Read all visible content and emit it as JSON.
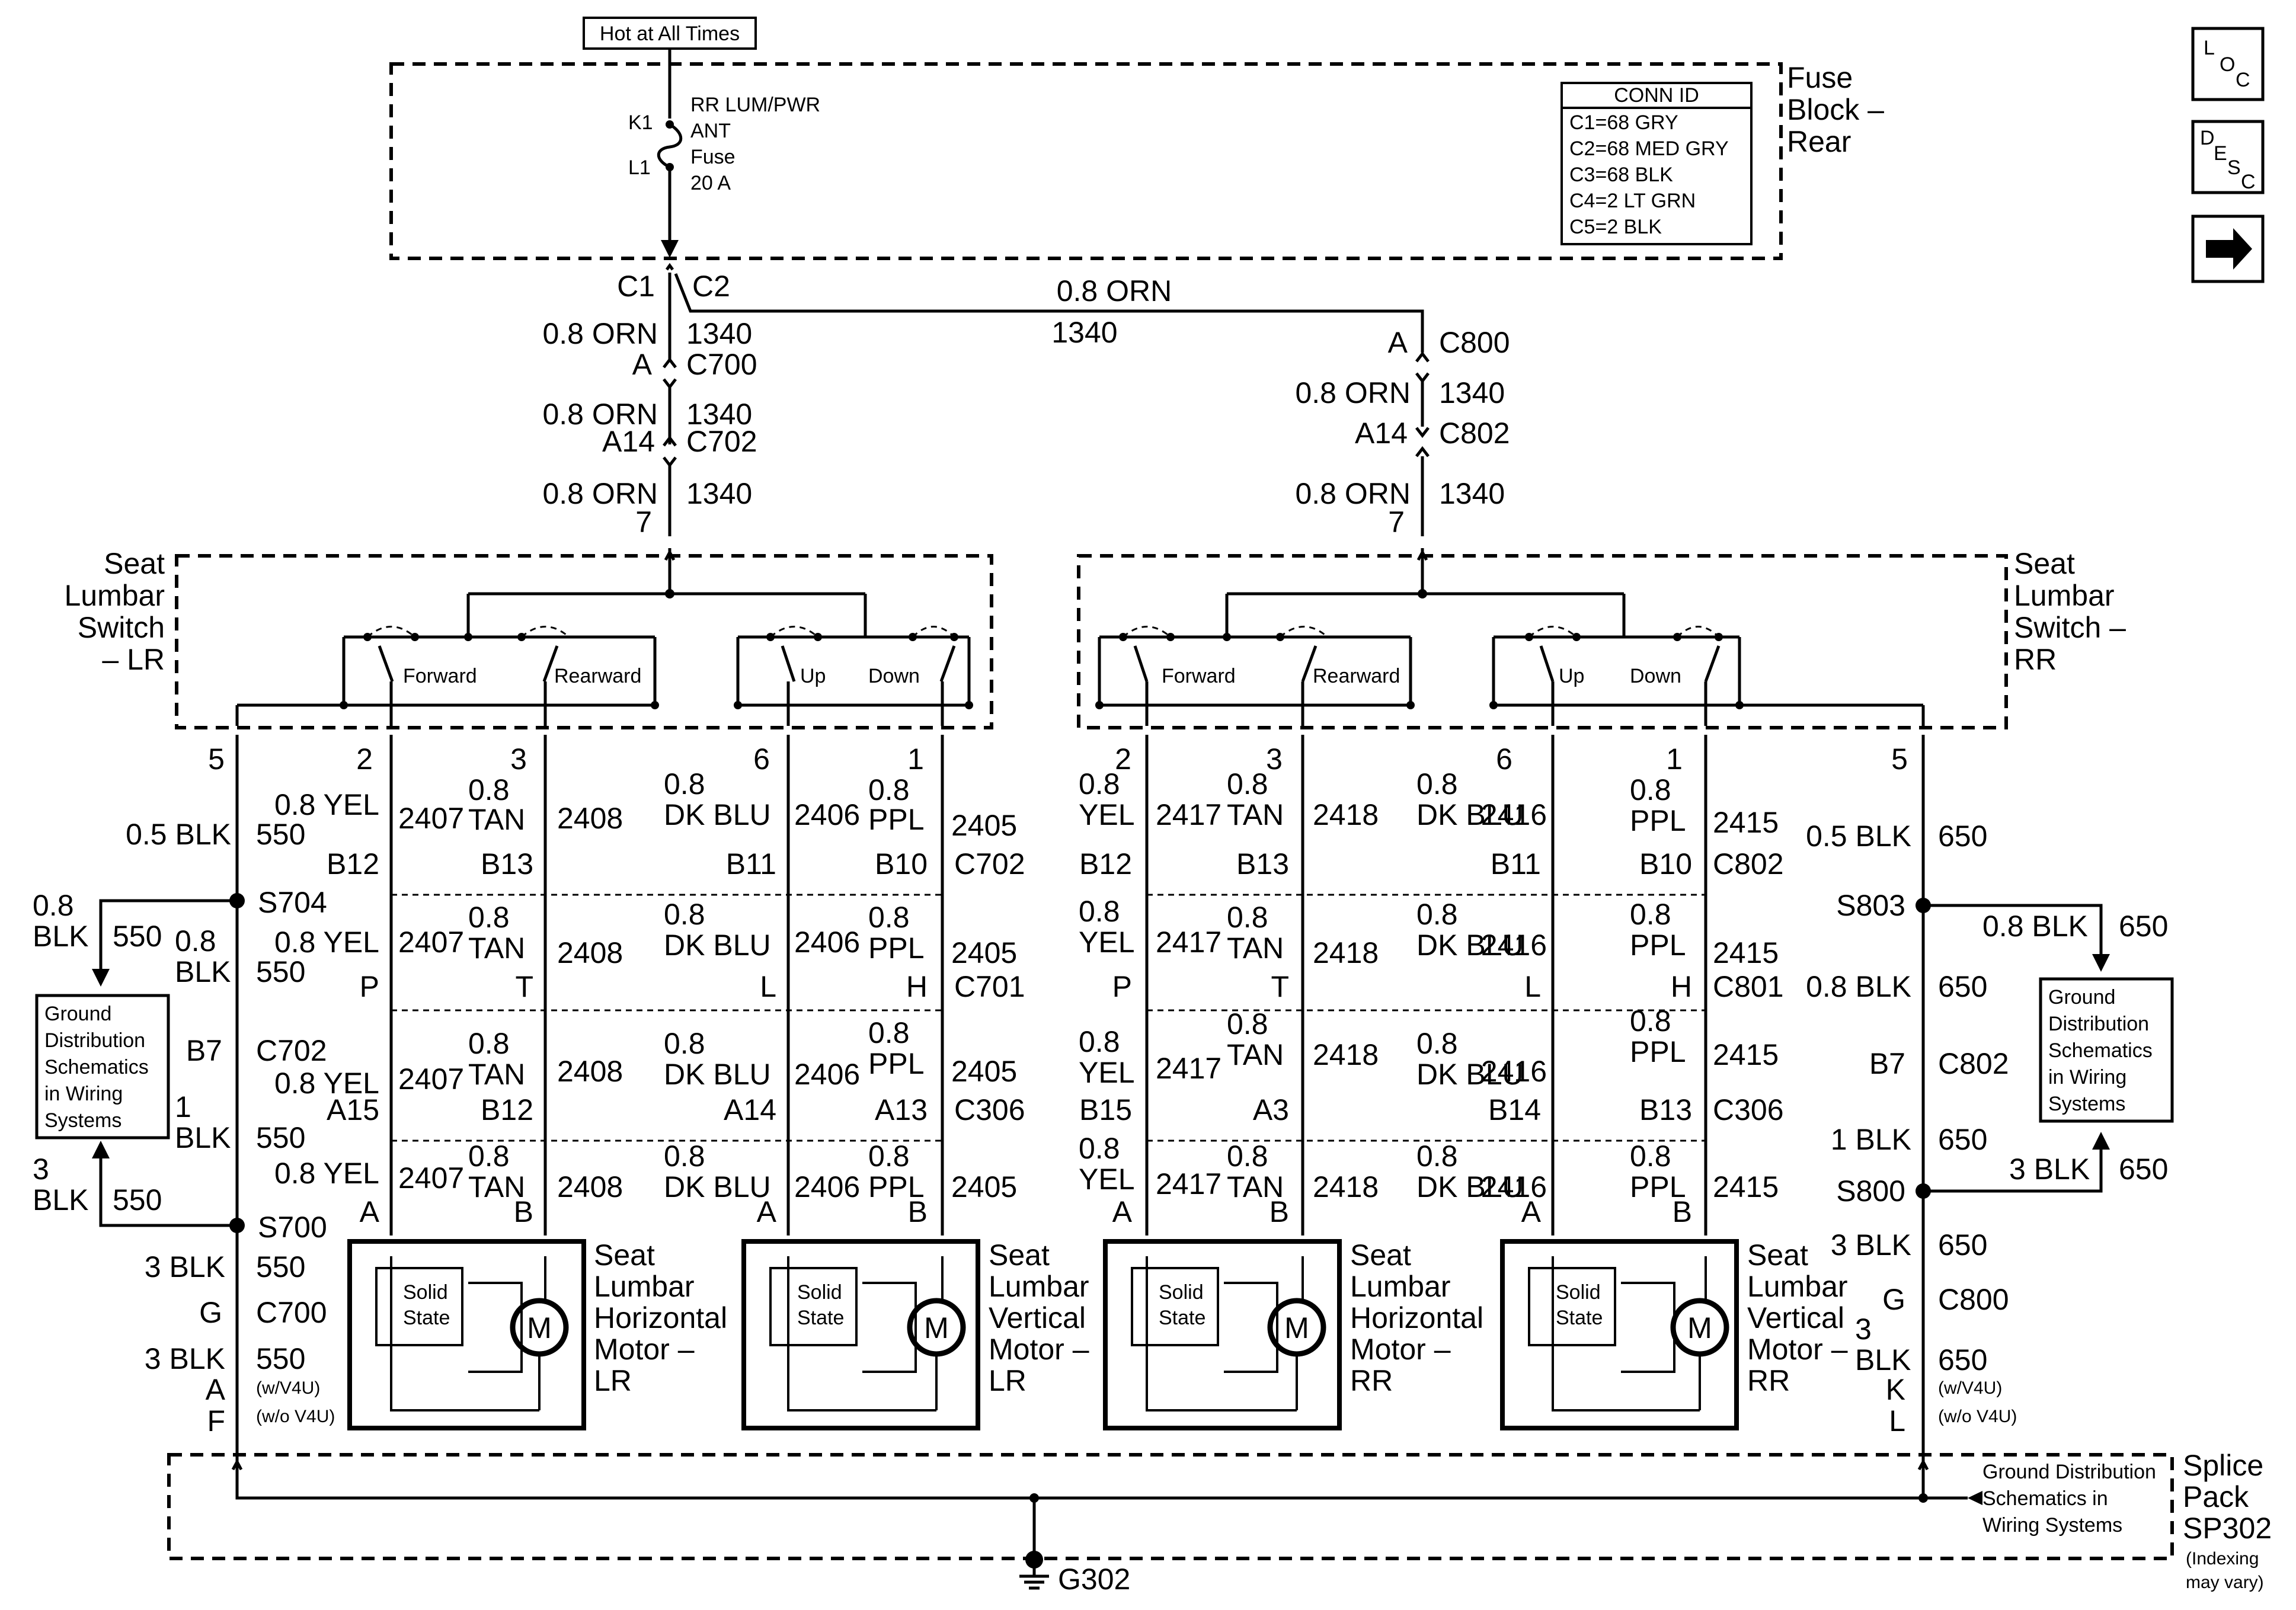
{
  "hot_label": "Hot at All Times",
  "fuse_block": {
    "title_lines": [
      "Fuse",
      "Block –",
      "Rear"
    ],
    "k1": "K1",
    "l1": "L1",
    "fuse_lines": [
      "RR LUM/PWR",
      "ANT",
      "Fuse",
      "20 A"
    ],
    "conn_id_title": "CONN ID",
    "conn_ids": [
      "C1=68 GRY",
      "C2=68 MED GRY",
      "C3=68 BLK",
      "C4=2 LT GRN",
      "C5=2 BLK"
    ]
  },
  "nav_buttons": {
    "loc": [
      "L",
      "O",
      "C"
    ],
    "desc": [
      "D",
      "E",
      "S",
      "C"
    ],
    "next_icon": "right-arrow-icon"
  },
  "feed": {
    "c1": "C1",
    "c2": "C2",
    "cross_wire": "0.8 ORN",
    "cross_circuit": "1340",
    "left": {
      "w1": "0.8 ORN",
      "c1": "1340",
      "pin1": "A",
      "conn1": "C700",
      "w2": "0.8 ORN",
      "c2": "1340",
      "pin2": "A14",
      "conn2": "C702",
      "w3": "0.8 ORN",
      "c3": "1340",
      "pin3": "7"
    },
    "right": {
      "pin0": "A",
      "conn0": "C800",
      "w2": "0.8 ORN",
      "c2": "1340",
      "pin2": "A14",
      "conn2": "C802",
      "w3": "0.8 ORN",
      "c3": "1340",
      "pin3": "7"
    }
  },
  "switches": {
    "left_title": [
      "Seat",
      "Lumbar",
      "Switch",
      "– LR"
    ],
    "right_title": [
      "Seat",
      "Lumbar",
      "Switch –",
      "RR"
    ],
    "forward": "Forward",
    "rearward": "Rearward",
    "up": "Up",
    "down": "Down"
  },
  "left_side": {
    "pins": [
      "5",
      "2",
      "3",
      "6",
      "1"
    ],
    "ground": {
      "wire1": "0.5 BLK",
      "circ1": "550",
      "s704": "S704",
      "branch_wire": [
        "0.8",
        "BLK"
      ],
      "branch_circ": "550",
      "wire2": [
        "0.8",
        "BLK"
      ],
      "circ2": "550",
      "pin_b7": "B7",
      "conn_c702": "C702",
      "wire3": [
        "1",
        "BLK"
      ],
      "circ3": "550",
      "s700": "S700",
      "branch2_wire": [
        "3",
        "BLK"
      ],
      "branch2_circ": "550",
      "wire4": "3 BLK",
      "circ4": "550",
      "pin_g": "G",
      "conn_c700": "C700",
      "wire5": "3 BLK",
      "circ5": "550",
      "pin_a": "A",
      "opt_a": "(w/V4U)",
      "pin_f": "F",
      "opt_f": "(w/o V4U)",
      "gd_box": [
        "Ground",
        "Distribution",
        "Schematics",
        "in Wiring",
        "Systems"
      ]
    },
    "rows": [
      {
        "yel": "0.8 YEL",
        "c_yel": "2407",
        "tan": [
          "0.8",
          "TAN"
        ],
        "c_tan": "2408",
        "blu": [
          "0.8",
          "DK BLU"
        ],
        "c_blu": "2406",
        "ppl": [
          "0.8",
          "PPL"
        ],
        "c_ppl": "2405",
        "p_yel": "B12",
        "p_tan": "B13",
        "p_blu": "B11",
        "p_ppl": "B10",
        "conn": "C702"
      },
      {
        "yel": "0.8 YEL",
        "c_yel": "2407",
        "tan": [
          "0.8",
          "TAN"
        ],
        "c_tan": "2408",
        "blu": [
          "0.8",
          "DK BLU"
        ],
        "c_blu": "2406",
        "ppl": [
          "0.8",
          "PPL"
        ],
        "c_ppl": "2405",
        "p_yel": "P",
        "p_tan": "T",
        "p_blu": "L",
        "p_ppl": "H",
        "conn": "C701"
      },
      {
        "yel": "0.8 YEL",
        "c_yel": "2407",
        "tan": [
          "0.8",
          "TAN"
        ],
        "c_tan": "2408",
        "blu": [
          "0.8",
          "DK BLU"
        ],
        "c_blu": "2406",
        "ppl": [
          "0.8",
          "PPL"
        ],
        "c_ppl": "2405",
        "p_yel": "A15",
        "p_tan": "B12",
        "p_blu": "A14",
        "p_ppl": "A13",
        "conn": "C306"
      },
      {
        "yel": "0.8 YEL",
        "c_yel": "2407",
        "tan": [
          "0.8",
          "TAN"
        ],
        "c_tan": "2408",
        "blu": [
          "0.8",
          "DK BLU"
        ],
        "c_blu": "2406",
        "ppl": [
          "0.8",
          "PPL"
        ],
        "c_ppl": "2405",
        "p_yel": "A",
        "p_tan": "B",
        "p_blu": "A",
        "p_ppl": "B",
        "conn": ""
      }
    ],
    "motor_h": [
      "Seat",
      "Lumbar",
      "Horizontal",
      "Motor –",
      "LR"
    ],
    "motor_v": [
      "Seat",
      "Lumbar",
      "Vertical",
      "Motor –",
      "LR"
    ]
  },
  "right_side": {
    "pins": [
      "2",
      "3",
      "6",
      "1",
      "5"
    ],
    "ground": {
      "wire1": "0.5 BLK",
      "circ1": "650",
      "s803": "S803",
      "branch_wire": "0.8 BLK",
      "branch_circ": "650",
      "wire2": "0.8 BLK",
      "circ2": "650",
      "pin_b7": "B7",
      "conn_c802": "C802",
      "wire3": "1 BLK",
      "circ3": "650",
      "s800": "S800",
      "branch2_wire": "3 BLK",
      "branch2_circ": "650",
      "wire4": "3 BLK",
      "circ4": "650",
      "pin_g": "G",
      "conn_c800": "C800",
      "wire5": [
        "3",
        "BLK"
      ],
      "circ5": "650",
      "pin_k": "K",
      "opt_k": "(w/V4U)",
      "pin_l": "L",
      "opt_l": "(w/o V4U)",
      "gd_box": [
        "Ground",
        "Distribution",
        "Schematics",
        "in Wiring",
        "Systems"
      ]
    },
    "rows": [
      {
        "yel": [
          "0.8",
          "YEL"
        ],
        "c_yel": "2417",
        "tan": [
          "0.8",
          "TAN"
        ],
        "c_tan": "2418",
        "blu": [
          "0.8",
          "DK BLU"
        ],
        "c_blu": "2416",
        "ppl": [
          "0.8",
          "PPL"
        ],
        "c_ppl": "2415",
        "p_yel": "B12",
        "p_tan": "B13",
        "p_blu": "B11",
        "p_ppl": "B10",
        "conn": "C802"
      },
      {
        "yel": [
          "0.8",
          "YEL"
        ],
        "c_yel": "2417",
        "tan": [
          "0.8",
          "TAN"
        ],
        "c_tan": "2418",
        "blu": [
          "0.8",
          "DK BLU"
        ],
        "c_blu": "2416",
        "ppl": [
          "0.8",
          "PPL"
        ],
        "c_ppl": "2415",
        "p_yel": "P",
        "p_tan": "T",
        "p_blu": "L",
        "p_ppl": "H",
        "conn": "C801"
      },
      {
        "yel": [
          "0.8",
          "YEL"
        ],
        "c_yel": "2417",
        "tan": [
          "0.8",
          "TAN"
        ],
        "c_tan": "2418",
        "blu": [
          "0.8",
          "DK BLU"
        ],
        "c_blu": "2416",
        "ppl": [
          "0.8",
          "PPL"
        ],
        "c_ppl": "2415",
        "p_yel": "B15",
        "p_tan": "A3",
        "p_blu": "B14",
        "p_ppl": "B13",
        "conn": "C306"
      },
      {
        "yel": [
          "0.8",
          "YEL"
        ],
        "c_yel": "2417",
        "tan": [
          "0.8",
          "TAN"
        ],
        "c_tan": "2418",
        "blu": [
          "0.8",
          "DK BLU"
        ],
        "c_blu": "2416",
        "ppl": [
          "0.8",
          "PPL"
        ],
        "c_ppl": "2415",
        "p_yel": "A",
        "p_tan": "B",
        "p_blu": "A",
        "p_ppl": "B",
        "conn": ""
      }
    ],
    "motor_h": [
      "Seat",
      "Lumbar",
      "Horizontal",
      "Motor –",
      "RR"
    ],
    "motor_v": [
      "Seat",
      "Lumbar",
      "Vertical",
      "Motor –",
      "RR"
    ]
  },
  "motor_common": {
    "solid_state": [
      "Solid",
      "State"
    ],
    "m": "M"
  },
  "splice_pack": {
    "title": [
      "Splice",
      "Pack",
      "SP302"
    ],
    "note": [
      "(Indexing",
      "may vary)"
    ],
    "gd_ref": [
      "Ground Distribution",
      "Schematics in",
      "Wiring Systems"
    ],
    "ground": "G302"
  }
}
